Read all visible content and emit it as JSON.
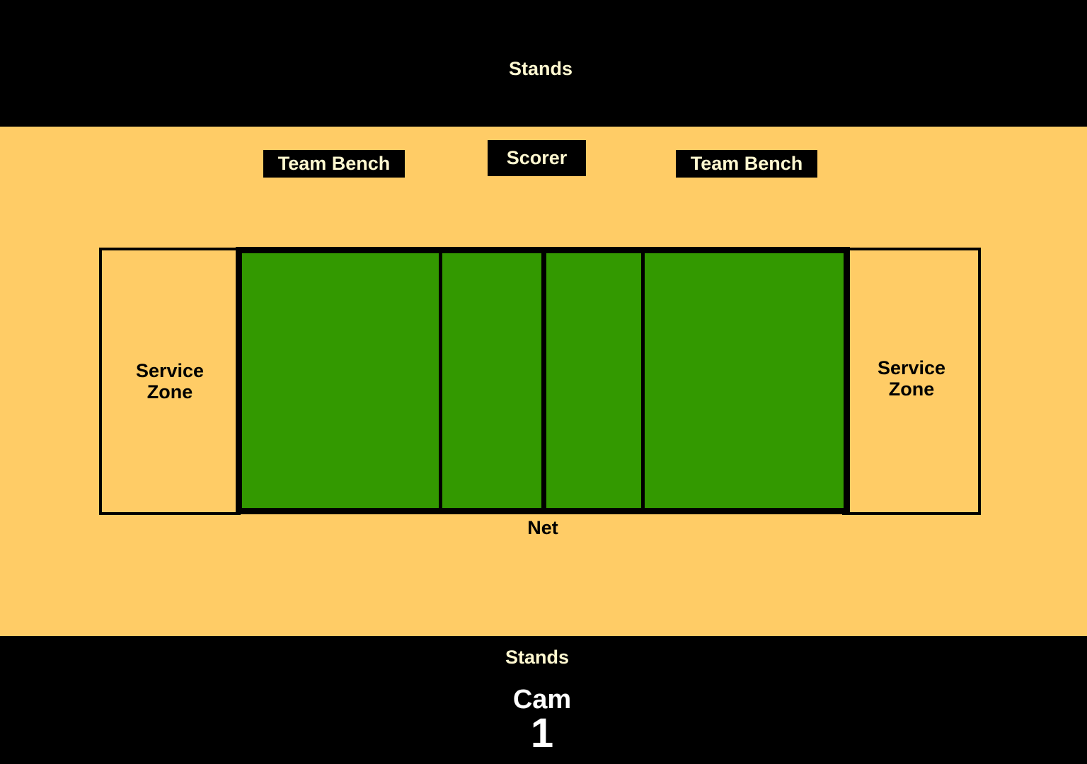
{
  "stands_top": {
    "label": "Stands"
  },
  "team_bench_left": {
    "label": "Team Bench"
  },
  "scorer": {
    "label": "Scorer"
  },
  "team_bench_right": {
    "label": "Team Bench"
  },
  "service_zone_left": {
    "line1": "Service",
    "line2": "Zone"
  },
  "service_zone_right": {
    "line1": "Service",
    "line2": "Zone"
  },
  "net": {
    "label": "Net"
  },
  "stands_bottom": {
    "label": "Stands"
  },
  "camera": {
    "line1": "Cam",
    "line2": "1"
  },
  "colors": {
    "floor": "#ffcc66",
    "court": "#339900",
    "stands": "#000000",
    "light_text": "#fff8d0"
  }
}
